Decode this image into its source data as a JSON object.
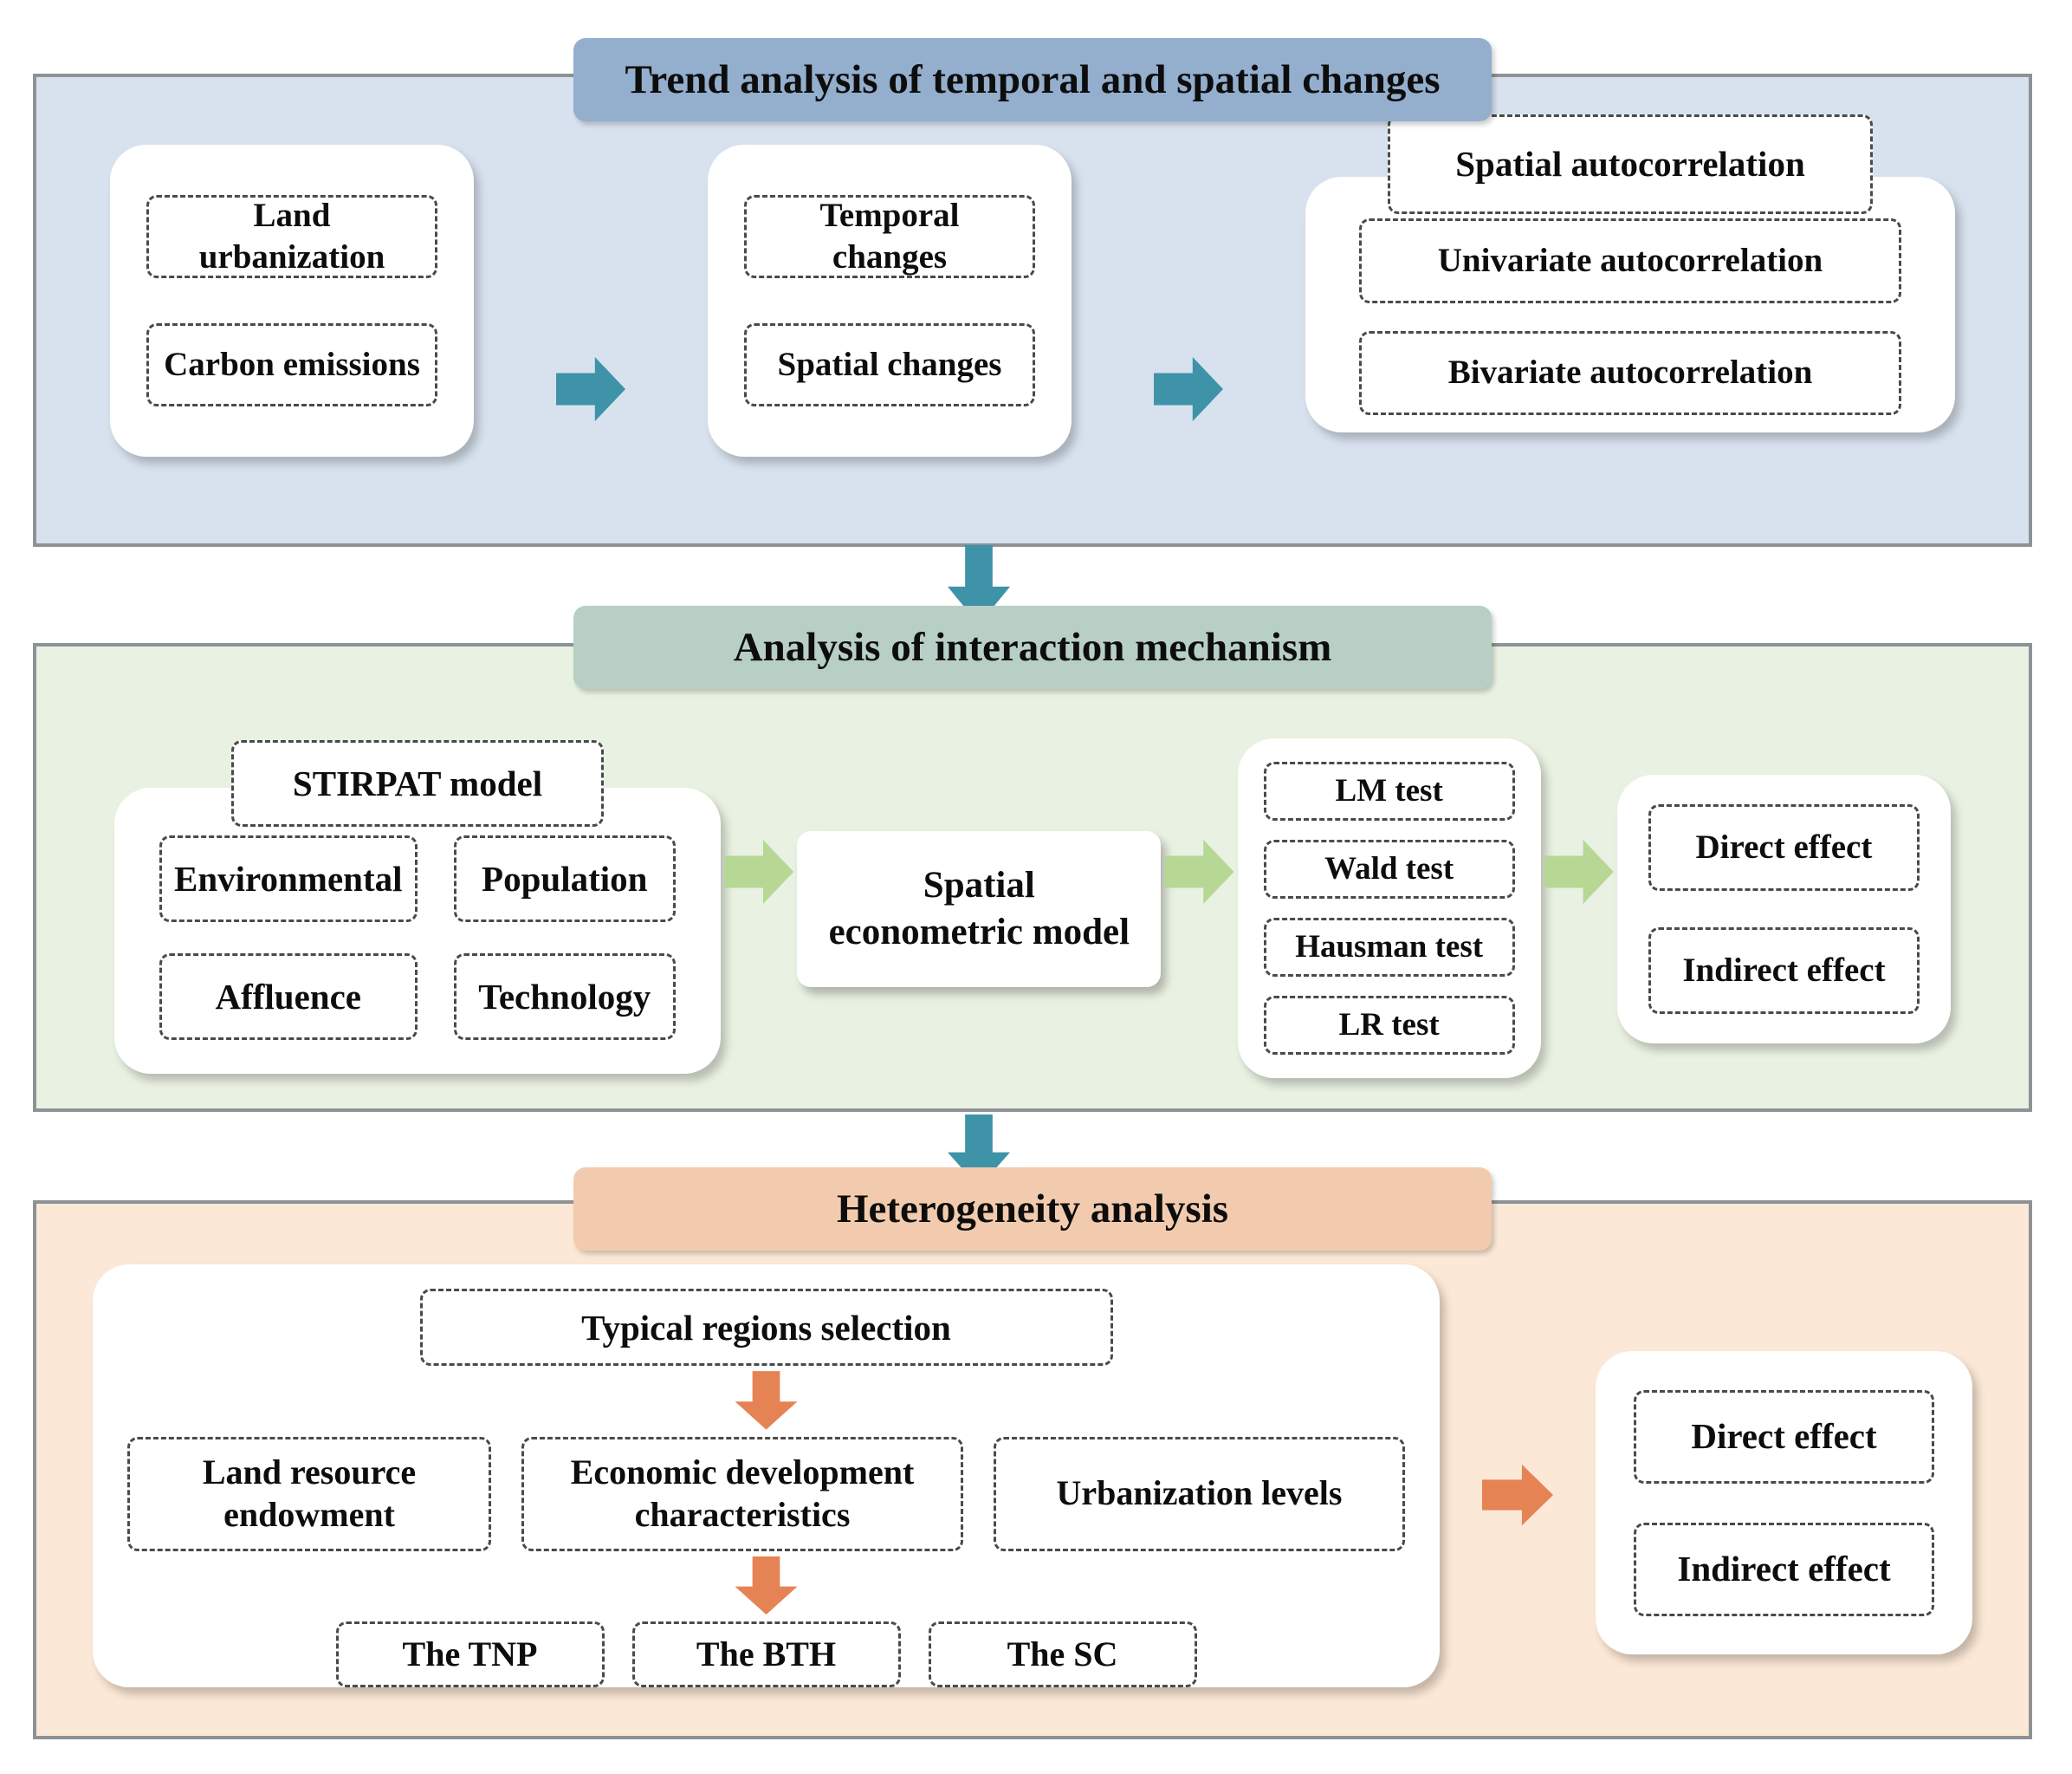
{
  "colors": {
    "section1_bg": "#d8e2ee",
    "section1_title_bg": "#94aecd",
    "section2_bg": "#e9f1e2",
    "section2_title_bg": "#b8cfc5",
    "section3_bg": "#fce8d6",
    "section3_title_bg": "#f2cbae",
    "teal_arrow": "#3e93a8",
    "green_arrow": "#b7d795",
    "orange_arrow": "#e58355",
    "section_border": "#8d9296",
    "dashed_border": "#4a4a4a",
    "card_bg": "#ffffff",
    "text": "#0d0d0d"
  },
  "section1": {
    "title": "Trend analysis of temporal and spatial changes",
    "variables_card": {
      "items": [
        "Land urbanization",
        "Carbon emissions"
      ]
    },
    "changes_card": {
      "items": [
        "Temporal changes",
        "Spatial changes"
      ]
    },
    "autocorrelation_card": {
      "header": "Spatial autocorrelation",
      "items": [
        "Univariate autocorrelation",
        "Bivariate autocorrelation"
      ]
    }
  },
  "section2": {
    "title": "Analysis of interaction mechanism",
    "stirpat_card": {
      "header": "STIRPAT model",
      "items": [
        "Environmental",
        "Population",
        "Affluence",
        "Technology"
      ]
    },
    "model_box": "Spatial econometric model",
    "tests_card": {
      "items": [
        "LM test",
        "Wald test",
        "Hausman test",
        "LR test"
      ]
    },
    "effects_card": {
      "items": [
        "Direct effect",
        "Indirect effect"
      ]
    }
  },
  "section3": {
    "title": "Heterogeneity analysis",
    "selection_box": "Typical regions selection",
    "criteria": [
      "Land resource endowment",
      "Economic development characteristics",
      "Urbanization levels"
    ],
    "regions": [
      "The TNP",
      "The BTH",
      "The SC"
    ],
    "effects_card": {
      "items": [
        "Direct effect",
        "Indirect effect"
      ]
    }
  }
}
